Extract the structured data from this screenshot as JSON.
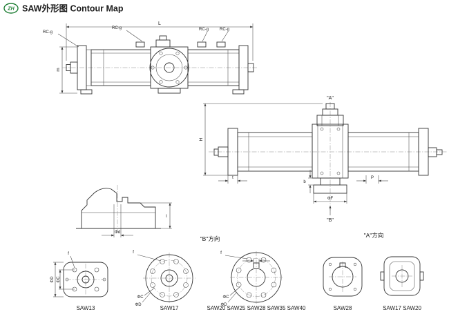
{
  "header": {
    "logo": "ZH",
    "title": "SAW外形图 Contour Map"
  },
  "side_view": {
    "dim_length": "L",
    "dim_height": "m",
    "ports": [
      "RC-g",
      "RC-g",
      "RC-g",
      "RC-g"
    ]
  },
  "front_view": {
    "direction_top": "\"A\"",
    "dim_height": "H",
    "dim_t": "t",
    "dim_b": "b",
    "dim_p": "P",
    "dim_flange_dia": "ΦF",
    "direction_bottom": "\"B\""
  },
  "bracket_view": {
    "dim_height": "l",
    "dim_bore": "Φd"
  },
  "sections": {
    "b": "\"B\"方向",
    "a": "\"A\"方向"
  },
  "flanges": [
    {
      "caption": "SAW13",
      "dim_f": "f",
      "dim_outer": "ΦD",
      "dim_bolt": "ΦC"
    },
    {
      "caption": "SAW17",
      "dim_f": "f",
      "dim_outer": "ΦD",
      "dim_bolt": "ΦC"
    },
    {
      "caption": "SAW20 SAW25 SAW28 SAW35 SAW40",
      "dim_f": "f",
      "dim_outer": "ΦD",
      "dim_bolt": "ΦC"
    },
    {
      "caption": "SAW28"
    },
    {
      "caption": "SAW17  SAW20"
    }
  ]
}
